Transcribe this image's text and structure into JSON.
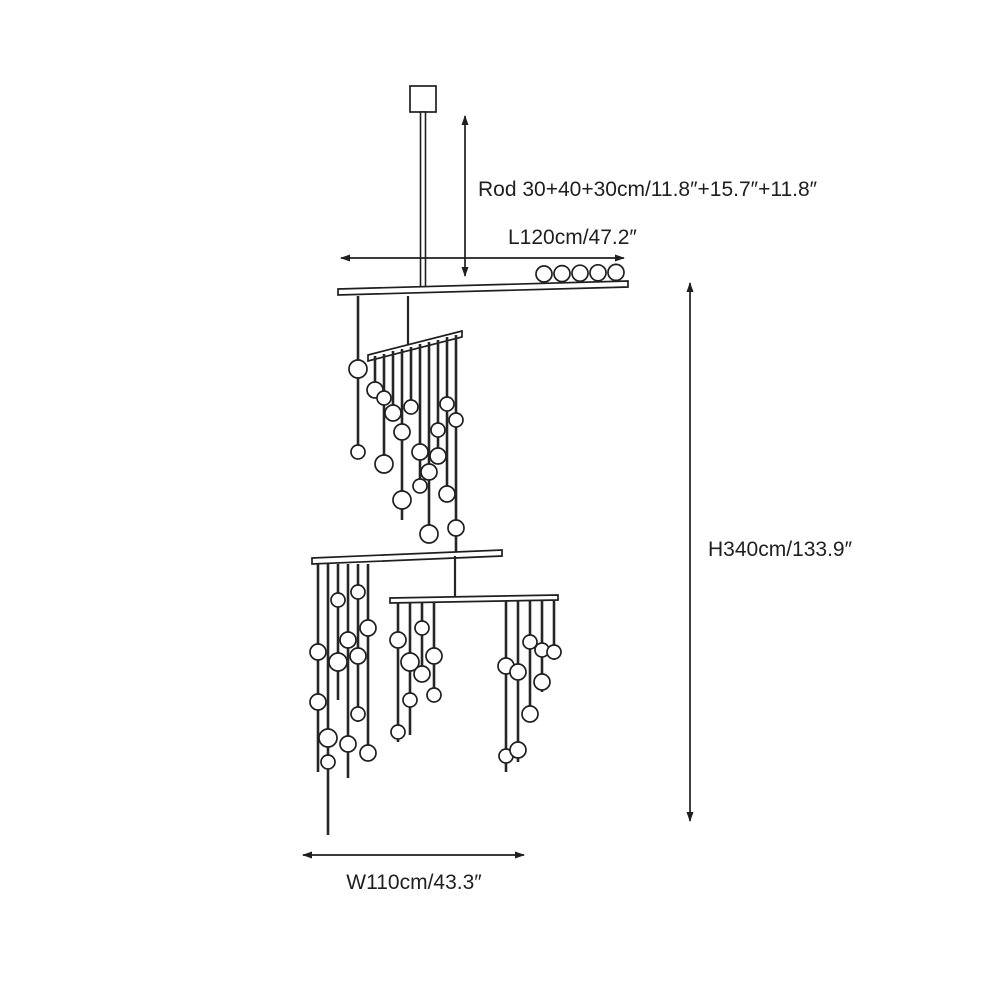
{
  "diagram": {
    "background": "#ffffff",
    "line_color": "#1f1f1f",
    "labels": {
      "rod_length": "Rod 30+40+30cm/11.8″+15.7″+11.8″",
      "fixture_length": "L120cm/47.2″",
      "overall_height": "H340cm/133.9″",
      "fixture_width": "W110cm/43.3″"
    }
  }
}
